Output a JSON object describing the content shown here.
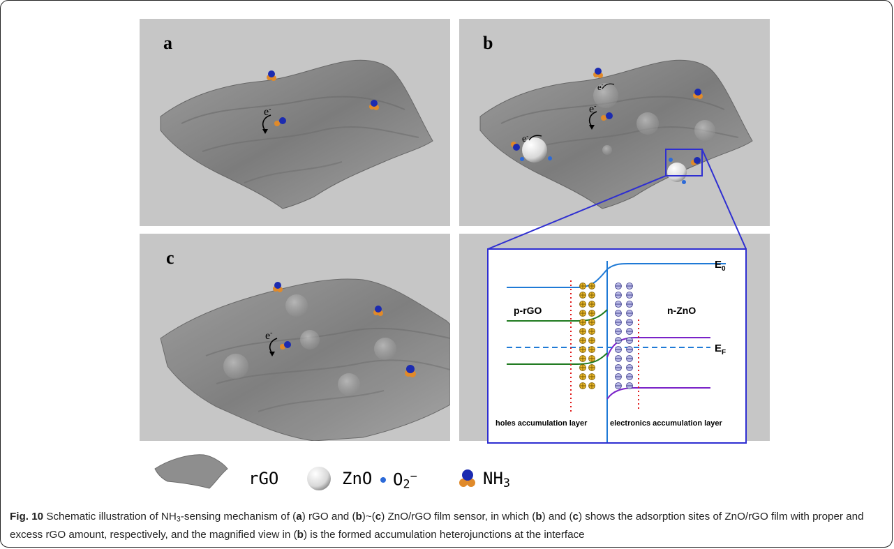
{
  "figure": {
    "panels": [
      {
        "label": "a"
      },
      {
        "label": "b"
      },
      {
        "label": "c"
      }
    ],
    "electron_symbol": "e",
    "electron_charge": "-",
    "inset": {
      "e0": "E",
      "e0_sub": "0",
      "ef": "E",
      "ef_sub": "F",
      "left_material": "p-rGO",
      "right_material": "n-ZnO",
      "left_layer": "holes accumulation layer",
      "right_layer": "electronics accumulation layer"
    },
    "legend": [
      {
        "label": "rGO"
      },
      {
        "label": "ZnO"
      },
      {
        "label": "O",
        "sub": "2",
        "sup": "−"
      },
      {
        "label": "NH",
        "sub": "3"
      }
    ]
  },
  "caption": {
    "fig_label": "Fig. 10",
    "t1": " Schematic illustration of NH",
    "t1_sub": "3",
    "t2": "-sensing mechanism of (",
    "b1": "a",
    "t3": ") rGO and (",
    "b2": "b",
    "t4": ")~(",
    "b3": "c",
    "t5": ") ZnO/rGO film sensor, in which (",
    "b4": "b",
    "t6": ") and (",
    "b5": "c",
    "t7": ") shows the adsorption sites of ZnO/rGO film with proper and excess rGO amount, respectively, and the magnified view in (",
    "b6": "b",
    "t8": ") is the formed accumulation heterojunctions at the interface"
  },
  "colors": {
    "panel_bg": "#c6c6c6",
    "sheet": "#8e8e8e",
    "nitrogen": "#1c2bb0",
    "hydrogen": "#e08a2a",
    "inset_border": "#2e2ed1",
    "band_blue": "#1f7ad6",
    "band_green": "#1f7a1f",
    "band_purple": "#7a22c8",
    "hole_fill": "#e7b62a",
    "electron_fill": "#b9b9e6",
    "boundary_red": "#e01a1a"
  }
}
